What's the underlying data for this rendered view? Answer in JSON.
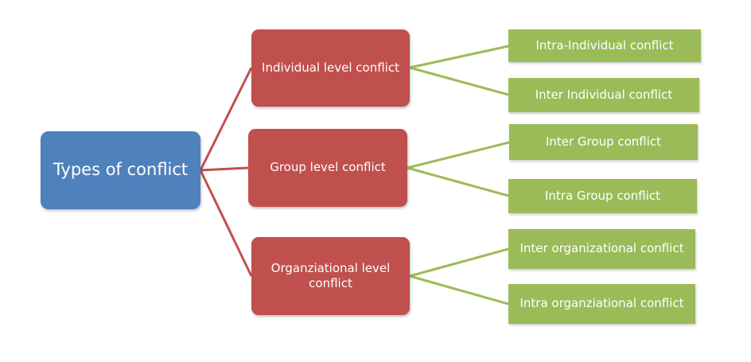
{
  "root": {
    "label": "Types of conflict"
  },
  "groups": [
    {
      "label": "Individual level conflict",
      "children": [
        "Intra-Individual conflict",
        "Inter Individual conflict"
      ]
    },
    {
      "label": "Group level  conflict",
      "children": [
        "Inter Group conflict",
        "Intra Group conflict"
      ]
    },
    {
      "label": "Organziational level conflict",
      "children": [
        "Inter organizational conflict",
        "Intra organziational conflict"
      ]
    }
  ],
  "colors": {
    "root": "#4f81bd",
    "level": "#c0504d",
    "leaf": "#9bbb59",
    "root_connector": "#c0504d",
    "leaf_connector": "#9bbb59"
  }
}
